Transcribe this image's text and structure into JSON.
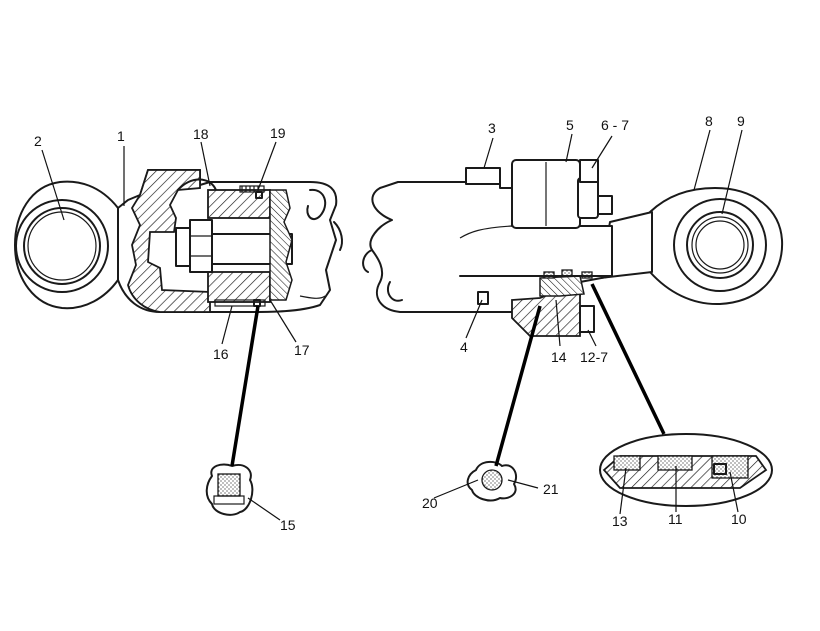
{
  "callouts": {
    "c1": "1",
    "c2": "2",
    "c3": "3",
    "c4": "4",
    "c5": "5",
    "c6_7": "6 - 7",
    "c8": "8",
    "c9": "9",
    "c10": "10",
    "c11": "11",
    "c12_7": "12-7",
    "c13": "13",
    "c14": "14",
    "c15": "15",
    "c16": "16",
    "c17": "17",
    "c18": "18",
    "c19": "19",
    "c20": "20",
    "c21": "21"
  }
}
